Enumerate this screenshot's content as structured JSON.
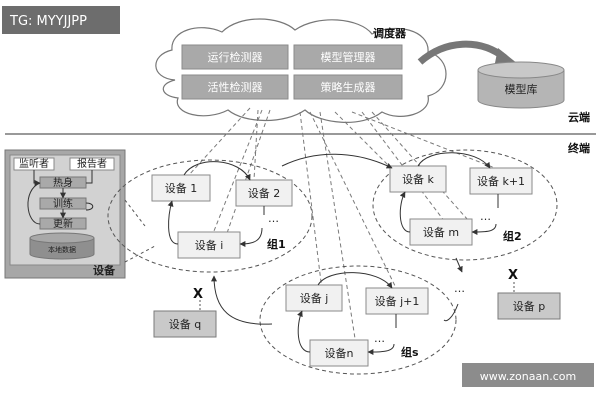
{
  "watermark_tl": "TG: MYYJJPP",
  "watermark_br": "www.zonaan.com",
  "scheduler": {
    "title": "调度器",
    "modules": [
      "运行检测器",
      "模型管理器",
      "活性检测器",
      "策略生成器"
    ]
  },
  "model_store": "模型库",
  "cloud_label": "云端",
  "edge_label": "终端",
  "device_panel": {
    "listener": "监听者",
    "reporter": "报告者",
    "warmup": "热身",
    "train": "训练",
    "update": "更新",
    "local_data": "本地数据",
    "caption": "设备"
  },
  "devices": {
    "d1": "设备 1",
    "d2": "设备 2",
    "di": "设备 i",
    "dk": "设备 k",
    "dk1": "设备 k+1",
    "dm": "设备 m",
    "dj": "设备 j",
    "dj1": "设备 j+1",
    "dn": "设备n",
    "dq": "设备 q",
    "dp": "设备 p"
  },
  "groups": {
    "g1": "组1",
    "g2": "组2",
    "gs": "组s"
  },
  "excluded_mark": "X",
  "ellipsis": "…",
  "vdots": "⋮"
}
